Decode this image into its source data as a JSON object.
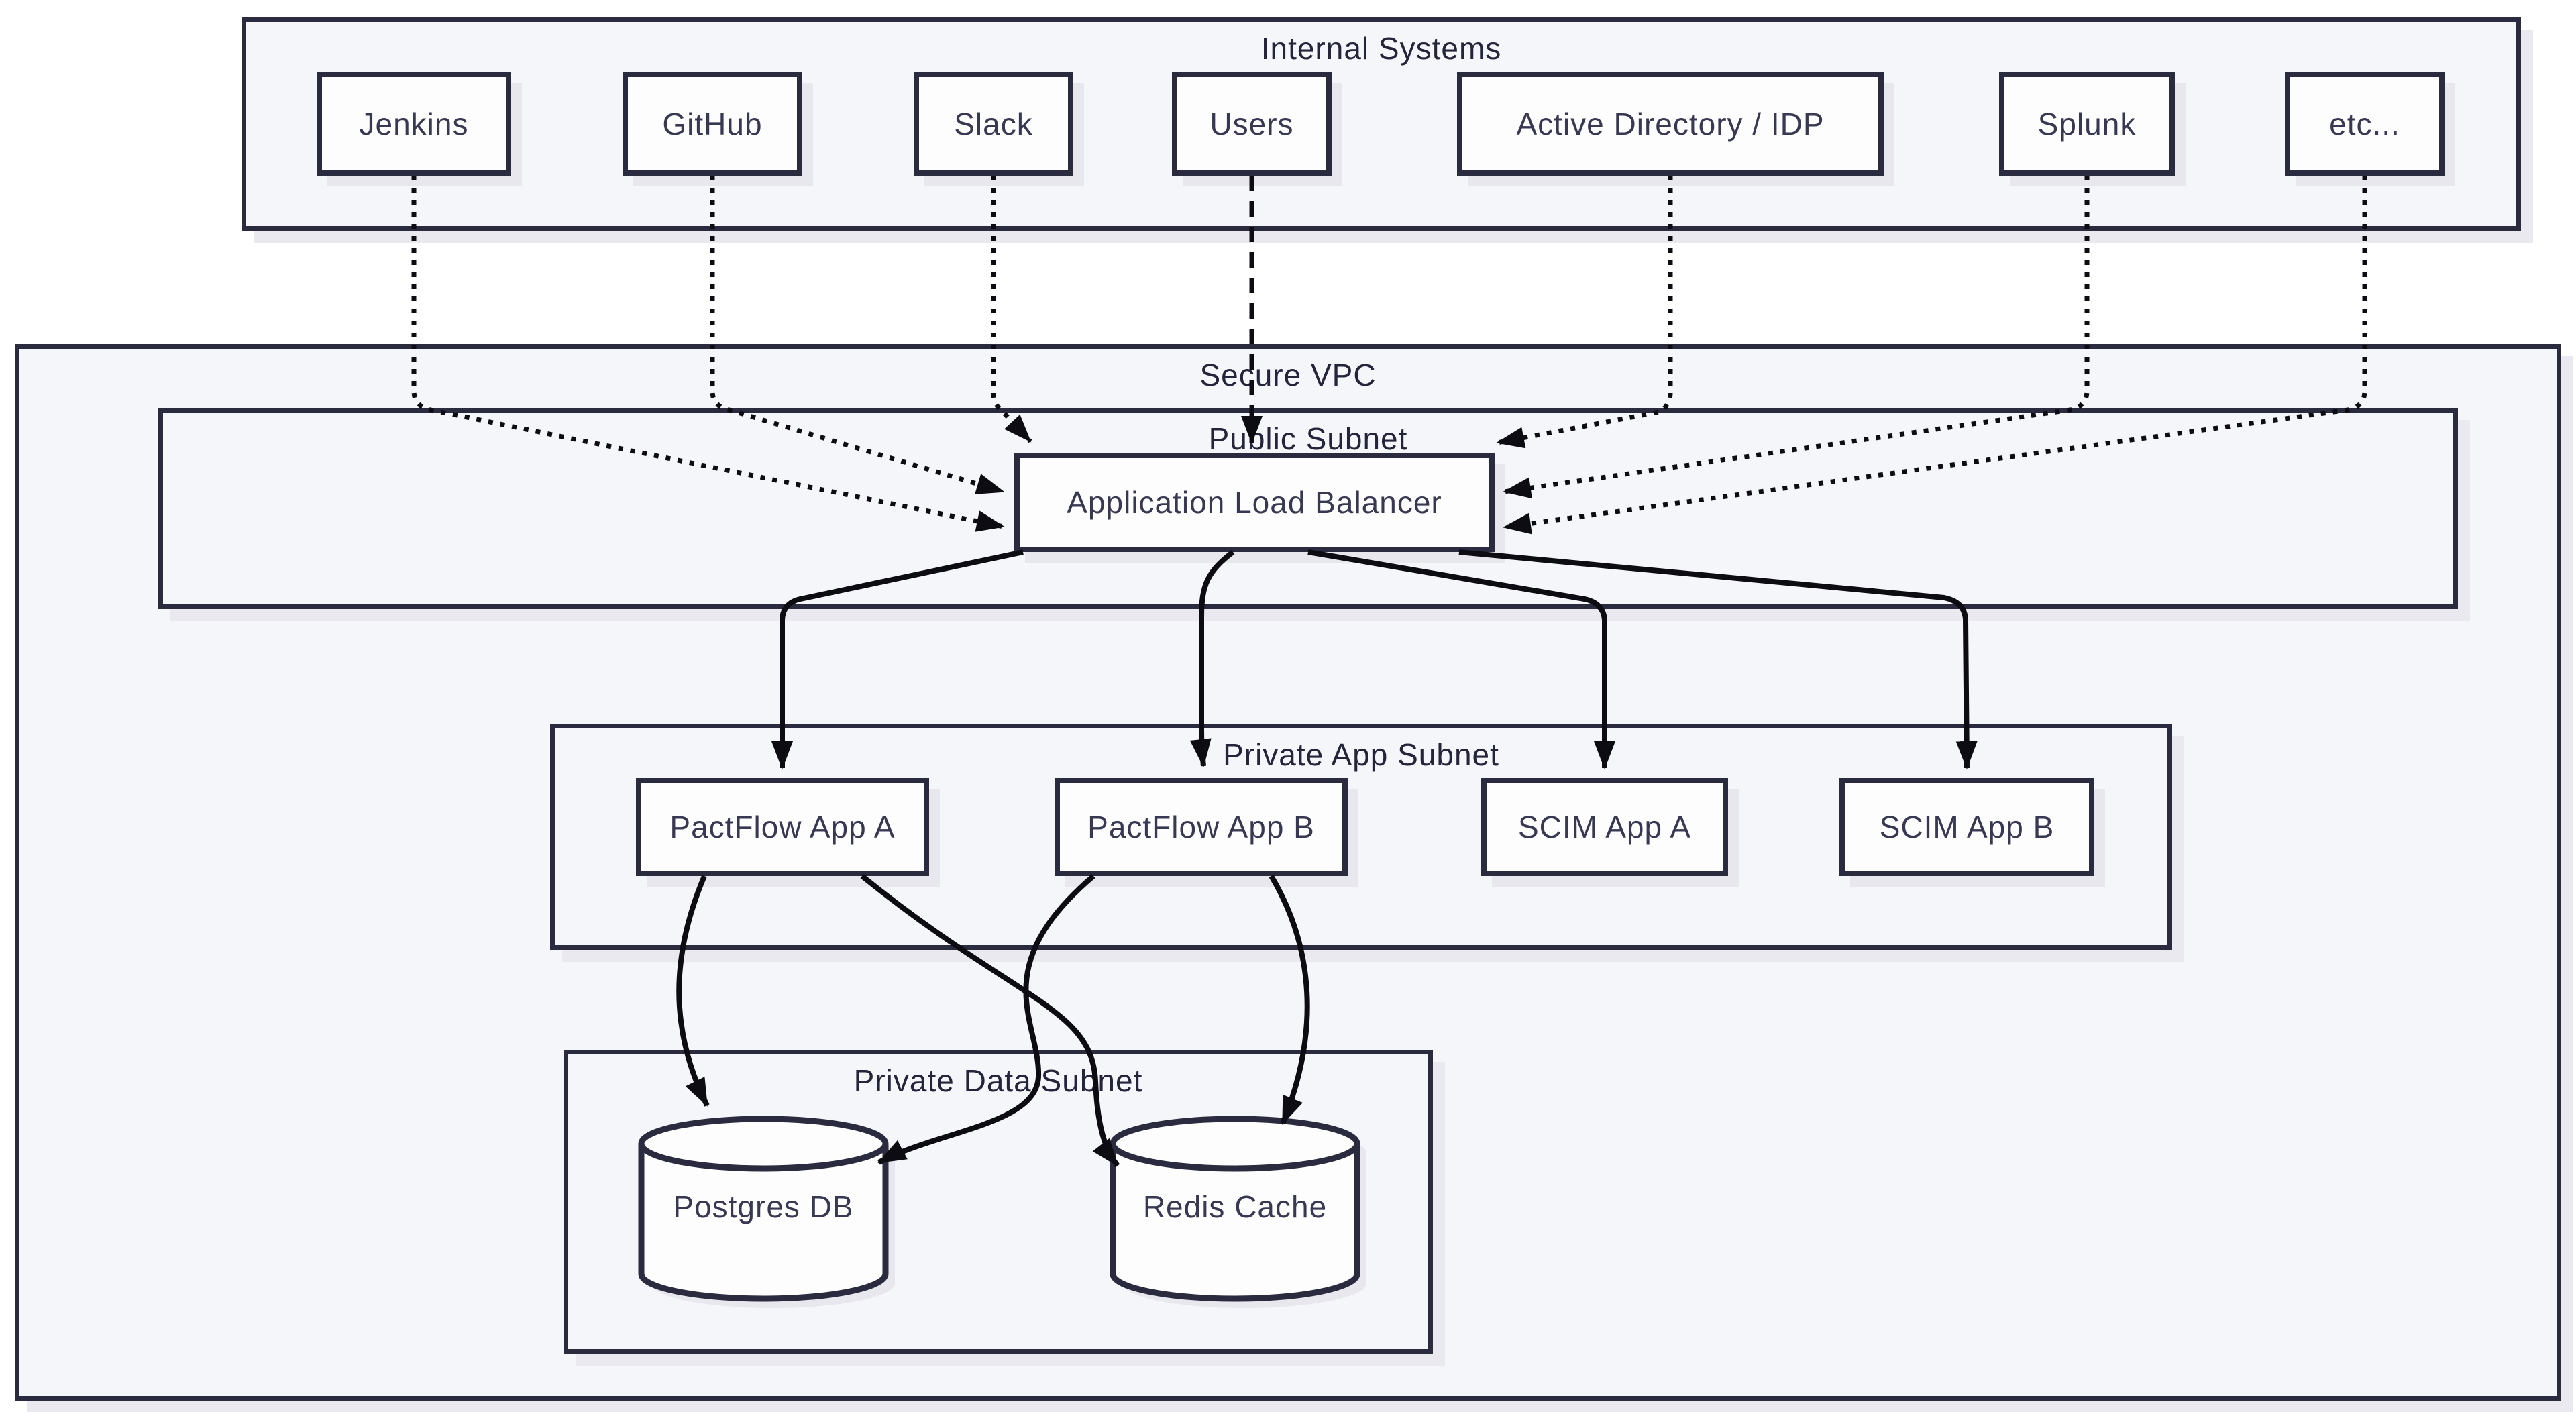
{
  "colors": {
    "border": "#2b2b40",
    "container_fill": "#f5f6f9",
    "node_fill": "#fdfdfe",
    "edge": "#0c0c12",
    "text": "#383852",
    "shadow": "#e9e9ef",
    "page_background": "#ffffff"
  },
  "internal_systems": {
    "label": "Internal Systems",
    "nodes": [
      {
        "label": "Jenkins"
      },
      {
        "label": "GitHub"
      },
      {
        "label": "Slack"
      },
      {
        "label": "Users"
      },
      {
        "label": "Active Directory / IDP"
      },
      {
        "label": "Splunk"
      },
      {
        "label": "etc..."
      }
    ]
  },
  "vpc": {
    "label": "Secure VPC",
    "public_subnet": {
      "label": "Public Subnet",
      "nodes": [
        {
          "label": "Application Load Balancer"
        }
      ]
    },
    "private_app_subnet": {
      "label": "Private App Subnet",
      "nodes": [
        {
          "label": "PactFlow App A"
        },
        {
          "label": "PactFlow App B"
        },
        {
          "label": "SCIM App A"
        },
        {
          "label": "SCIM App B"
        }
      ]
    },
    "private_data_subnet": {
      "label": "Private Data Subnet",
      "nodes": [
        {
          "label": "Postgres DB"
        },
        {
          "label": "Redis Cache"
        }
      ]
    }
  },
  "edges": [
    {
      "from": "Jenkins",
      "to": "Application Load Balancer",
      "style": "dotted"
    },
    {
      "from": "GitHub",
      "to": "Application Load Balancer",
      "style": "dotted"
    },
    {
      "from": "Slack",
      "to": "Application Load Balancer",
      "style": "dotted"
    },
    {
      "from": "Users",
      "to": "Application Load Balancer",
      "style": "dashed"
    },
    {
      "from": "Active Directory / IDP",
      "to": "Application Load Balancer",
      "style": "dotted"
    },
    {
      "from": "Splunk",
      "to": "Application Load Balancer",
      "style": "dotted"
    },
    {
      "from": "etc...",
      "to": "Application Load Balancer",
      "style": "dotted"
    },
    {
      "from": "Application Load Balancer",
      "to": "PactFlow App A",
      "style": "solid"
    },
    {
      "from": "Application Load Balancer",
      "to": "PactFlow App B",
      "style": "solid"
    },
    {
      "from": "Application Load Balancer",
      "to": "SCIM App A",
      "style": "solid"
    },
    {
      "from": "Application Load Balancer",
      "to": "SCIM App B",
      "style": "solid"
    },
    {
      "from": "PactFlow App A",
      "to": "Postgres DB",
      "style": "solid"
    },
    {
      "from": "PactFlow App A",
      "to": "Redis Cache",
      "style": "solid"
    },
    {
      "from": "PactFlow App B",
      "to": "Postgres DB",
      "style": "solid"
    },
    {
      "from": "PactFlow App B",
      "to": "Redis Cache",
      "style": "solid"
    }
  ]
}
